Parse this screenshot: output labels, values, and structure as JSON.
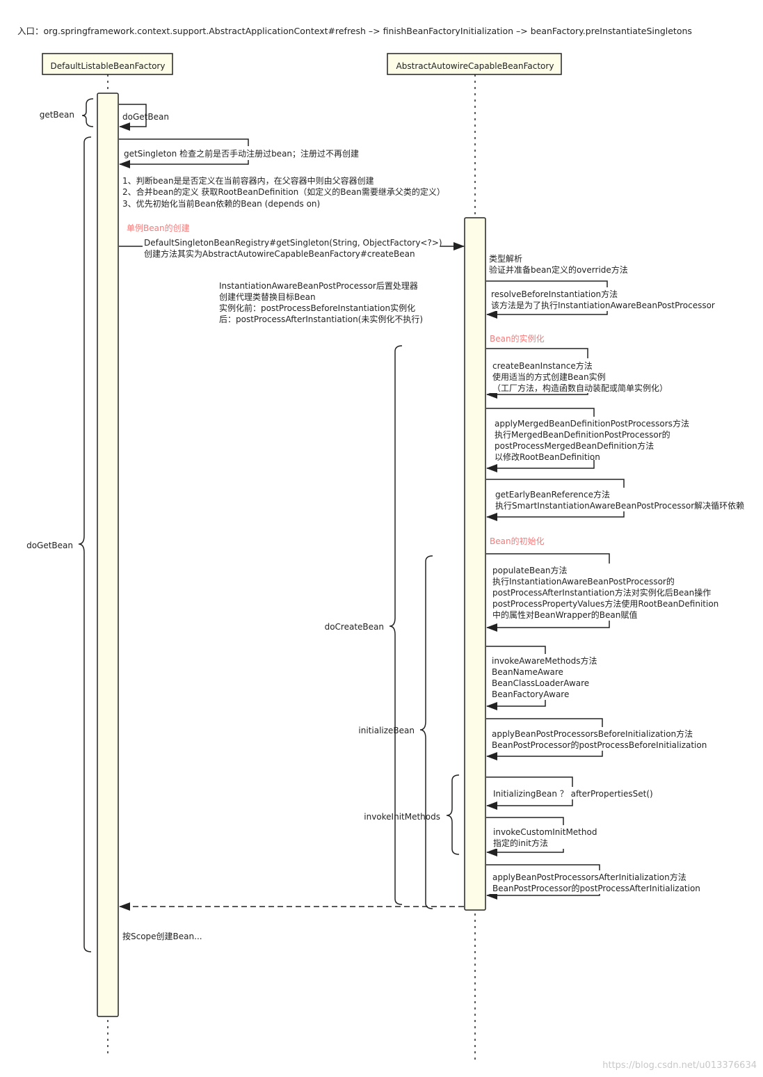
{
  "entry": "入口：org.springframework.context.support.AbstractApplicationContext#refresh –> finishBeanFactoryInitialization –> beanFactory.preInstantiateSingletons",
  "participants": {
    "left": "DefaultListableBeanFactory",
    "right": "AbstractAutowireCapableBeanFactory"
  },
  "brackets": {
    "getBean": "getBean",
    "doGetBean": "doGetBean",
    "doCreateBean": "doCreateBean",
    "initializeBean": "initializeBean",
    "invokeInitMethods": "invokeInitMethods"
  },
  "left_steps": {
    "doGetBean": "doGetBean",
    "getSingleton": "getSingleton 检查之前是否手动注册过bean；注册过不再创建",
    "notes": [
      "1、判断bean是是否定义在当前容器内，在父容器中则由父容器创建",
      "2、合并bean的定义 获取RootBeanDefinition（如定义的Bean需要继承父类的定义）",
      "3、优先初始化当前Bean依赖的Bean (depends on)"
    ],
    "singleton_section": "单例Bean的创建",
    "call_lines": [
      "DefaultSingletonBeanRegistry#getSingleton(String, ObjectFactory<?>)",
      "创建方法其实为AbstractAutowireCapableBeanFactory#createBean"
    ],
    "scope": "按Scope创建Bean..."
  },
  "proxy_note": [
    "InstantiationAwareBeanPostProcessor后置处理器",
    "创建代理类替换目标Bean",
    "实例化前：postProcessBeforeInstantiation实例化",
    "后：postProcessAfterInstantiation(未实例化不执行)"
  ],
  "right_steps": {
    "type_resolve": [
      "类型解析",
      "验证并准备bean定义的override方法"
    ],
    "resolve_before": [
      "resolveBeforeInstantiation方法",
      "该方法是为了执行InstantiationAwareBeanPostProcessor"
    ],
    "instantiate_section": "Bean的实例化",
    "create_instance": [
      "createBeanInstance方法",
      "使用适当的方式创建Bean实例",
      "（工厂方法，构造函数自动装配或简单实例化）"
    ],
    "apply_merged": [
      "applyMergedBeanDefinitionPostProcessors方法",
      "执行MergedBeanDefinitionPostProcessor的",
      "postProcessMergedBeanDefinition方法",
      "以修改RootBeanDefinition"
    ],
    "early_ref": [
      "getEarlyBeanReference方法",
      "执行SmartInstantiationAwareBeanPostProcessor解决循环依赖"
    ],
    "init_section": "Bean的初始化",
    "populate": [
      "populateBean方法",
      "执行InstantiationAwareBeanPostProcessor的",
      "postProcessAfterInstantiation方法对实例化后Bean操作",
      "postProcessPropertyValues方法使用RootBeanDefinition",
      "中的属性对BeanWrapper的Bean赋值"
    ],
    "aware": [
      "invokeAwareMethods方法",
      "BeanNameAware",
      "BeanClassLoaderAware",
      "BeanFactoryAware"
    ],
    "before_init": [
      "applyBeanPostProcessorsBeforeInitialization方法",
      "BeanPostProcessor的postProcessBeforeInitialization"
    ],
    "initializing_bean": [
      "InitializingBean ？ afterPropertiesSet()"
    ],
    "custom_init": [
      "invokeCustomInitMethod",
      "指定的init方法"
    ],
    "after_init": [
      "applyBeanPostProcessorsAfterInitialization方法",
      "BeanPostProcessor的postProcessAfterInitialization"
    ]
  },
  "watermark": "https://blog.csdn.net/u013376634",
  "colors": {
    "participant_fill": "#fdfde8",
    "activation_fill": "#fdfde8",
    "line": "#222222",
    "section_label": "#f47b7b",
    "watermark": "#c8c8c8"
  }
}
